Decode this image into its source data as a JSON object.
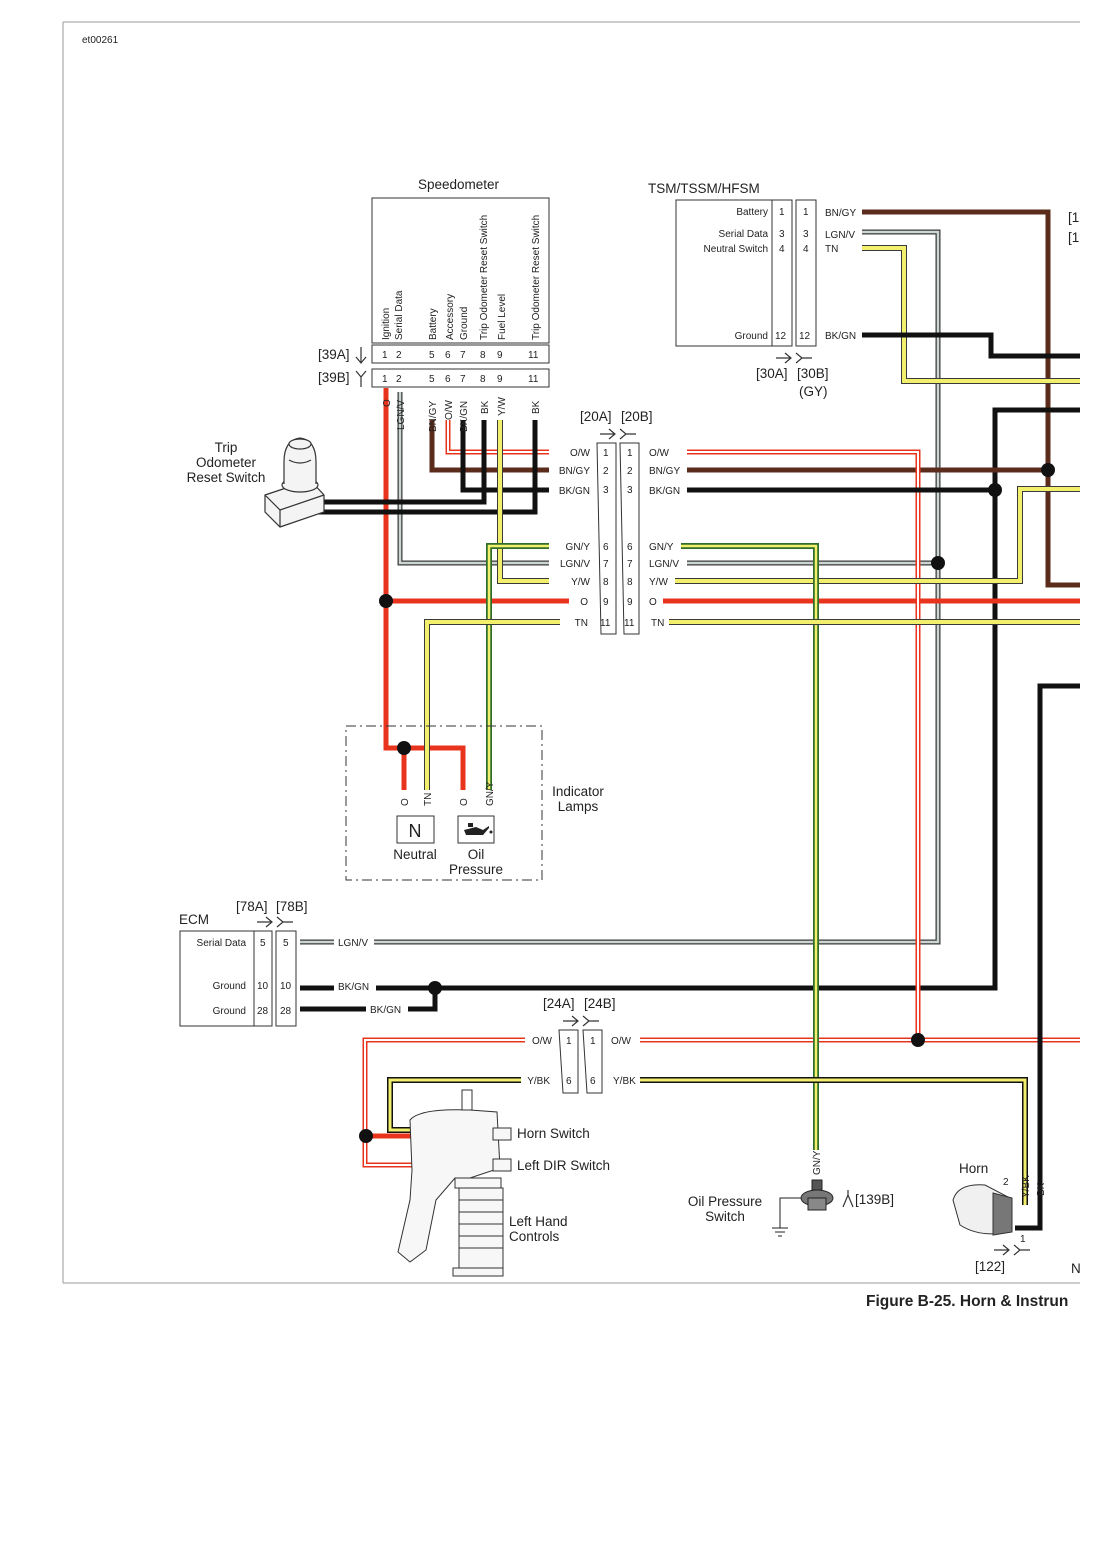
{
  "figure_id": "et00261",
  "caption": "Figure B-25. Horn & Instrun",
  "speedometer": {
    "title": "Speedometer",
    "functions": [
      "Ignition",
      "Serial Data",
      "Battery",
      "Accessory",
      "Ground",
      "Trip Odometer Reset Switch",
      "Fuel Level",
      "Trip Odometer Reset Switch"
    ],
    "pins": [
      "1",
      "2",
      "5",
      "6",
      "7",
      "8",
      "9",
      "11"
    ],
    "wire_labels": [
      "O",
      "LGN/V",
      "BN/GY",
      "O/W",
      "BK/GN",
      "BK",
      "Y/W",
      "BK"
    ],
    "conn_a": "[39A]",
    "conn_b": "[39B]"
  },
  "tsm": {
    "title": "TSM/TSSM/HFSM",
    "rows": [
      {
        "label": "Battery",
        "pin": "1",
        "wire": "BN/GY"
      },
      {
        "label": "Serial Data",
        "pin": "3",
        "wire": "LGN/V"
      },
      {
        "label": "Neutral Switch",
        "pin": "4",
        "wire": "TN"
      },
      {
        "label": "Ground",
        "pin": "12",
        "wire": "BK/GN"
      }
    ],
    "conn_a": "[30A]",
    "conn_b": "[30B]",
    "conn_color": "(GY)",
    "edge_labels": [
      "[1",
      "[1"
    ]
  },
  "connector_20": {
    "label_a": "[20A]",
    "label_b": "[20B]",
    "rows": [
      {
        "pin": "1",
        "left": "O/W",
        "right": "O/W"
      },
      {
        "pin": "2",
        "left": "BN/GY",
        "right": "BN/GY"
      },
      {
        "pin": "3",
        "left": "BK/GN",
        "right": "BK/GN"
      },
      {
        "pin": "6",
        "left": "GN/Y",
        "right": "GN/Y"
      },
      {
        "pin": "7",
        "left": "LGN/V",
        "right": "LGN/V"
      },
      {
        "pin": "8",
        "left": "Y/W",
        "right": "Y/W"
      },
      {
        "pin": "9",
        "left": "O",
        "right": "O"
      },
      {
        "pin": "11",
        "left": "TN",
        "right": "TN"
      }
    ]
  },
  "trip_switch": {
    "label_lines": [
      "Trip",
      "Odometer",
      "Reset Switch"
    ]
  },
  "indicator": {
    "title_lines": [
      "Indicator",
      "Lamps"
    ],
    "wires": [
      "O",
      "TN",
      "O",
      "GN/Y"
    ],
    "neutral_symbol": "N",
    "neutral_label": "Neutral",
    "oil_label_lines": [
      "Oil",
      "Pressure"
    ]
  },
  "ecm": {
    "title": "ECM",
    "conn_a": "[78A]",
    "conn_b": "[78B]",
    "rows": [
      {
        "label": "Serial Data",
        "pin": "5",
        "wire": "LGN/V"
      },
      {
        "label": "Ground",
        "pin": "10",
        "wire": "BK/GN"
      },
      {
        "label": "Ground",
        "pin": "28",
        "wire": "BK/GN"
      }
    ]
  },
  "connector_24": {
    "label_a": "[24A]",
    "label_b": "[24B]",
    "rows": [
      {
        "pin": "1",
        "left": "O/W",
        "right": "O/W"
      },
      {
        "pin": "6",
        "left": "Y/BK",
        "right": "Y/BK"
      }
    ]
  },
  "left_hand": {
    "horn_switch": "Horn Switch",
    "dir_switch": "Left DIR Switch",
    "controls_lines": [
      "Left Hand",
      "Controls"
    ]
  },
  "oil_switch": {
    "label_lines": [
      "Oil Pressure",
      "Switch"
    ],
    "wire": "GN/Y",
    "conn": "[139B]"
  },
  "horn": {
    "label": "Horn",
    "wires": [
      "Y/BK",
      "BK"
    ],
    "pins": [
      "2",
      "1"
    ],
    "conn": "[122]"
  },
  "edge_letter": "N",
  "colors": {
    "orange": "#e8341c",
    "black": "#111111",
    "brown": "#5b2c1c",
    "yellow": "#f2ef6c",
    "green": "#2f6e2a",
    "lgn": "#b7c4bd",
    "tan": "#e9e39a"
  }
}
